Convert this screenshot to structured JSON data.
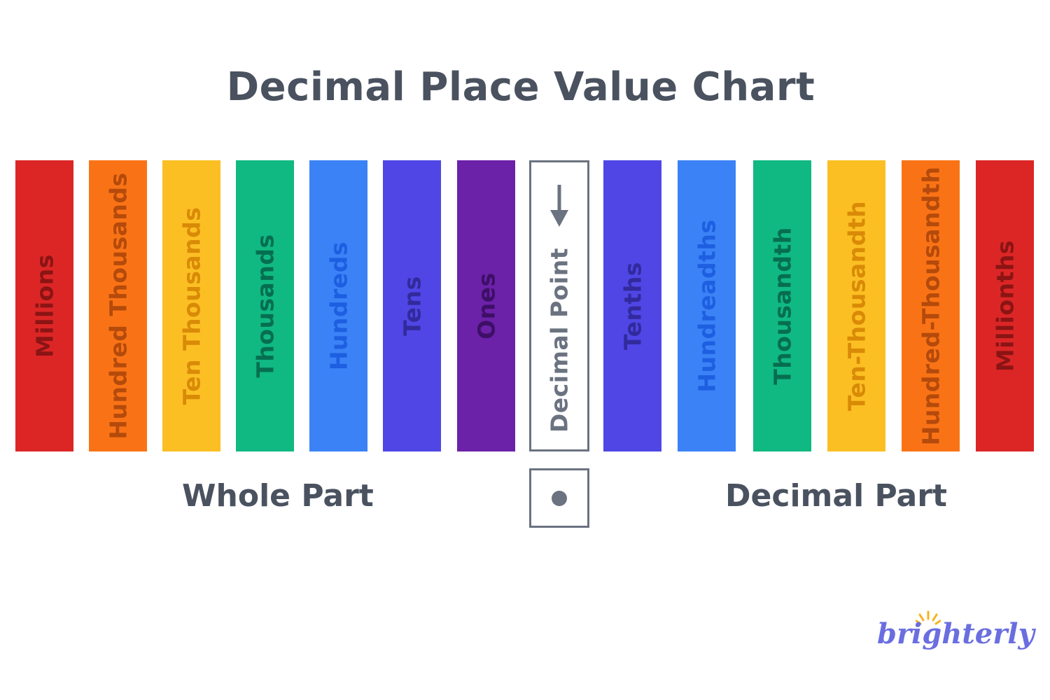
{
  "title": "Decimal Place Value Chart",
  "columns": [
    {
      "label": "Millions",
      "bg": "#dc2626",
      "fg": "#8b1414"
    },
    {
      "label": "Hundred Thousands",
      "bg": "#f97316",
      "fg": "#b44a0b"
    },
    {
      "label": "Ten Thousands",
      "bg": "#fbbf24",
      "fg": "#d98a06"
    },
    {
      "label": "Thousands",
      "bg": "#10b981",
      "fg": "#066e50"
    },
    {
      "label": "Hundreds",
      "bg": "#3b82f6",
      "fg": "#1d5fe0"
    },
    {
      "label": "Tens",
      "bg": "#4f46e5",
      "fg": "#322a9c"
    },
    {
      "label": "Ones",
      "bg": "#6b21a8",
      "fg": "#3d0f66"
    },
    {
      "label": "Decimal Point",
      "bg": "#ffffff",
      "fg": "#6b7280"
    },
    {
      "label": "Tenths",
      "bg": "#4f46e5",
      "fg": "#322a9c"
    },
    {
      "label": "Hundreadths",
      "bg": "#3b82f6",
      "fg": "#1d5fe0"
    },
    {
      "label": "Thousandth",
      "bg": "#10b981",
      "fg": "#066e50"
    },
    {
      "label": "Ten-Thousandth",
      "bg": "#fbbf24",
      "fg": "#d98a06"
    },
    {
      "label": "Hundred-Thousandth",
      "bg": "#f97316",
      "fg": "#b44a0b"
    },
    {
      "label": "Millionths",
      "bg": "#dc2626",
      "fg": "#8b1414"
    }
  ],
  "whole_part": "Whole Part",
  "decimal_part": "Decimal Part",
  "logo": "brighterly",
  "colors": {
    "title": "#4a5260",
    "border": "#6b7280",
    "logo": "#6a6ee0",
    "sun": "#f5b41e"
  }
}
